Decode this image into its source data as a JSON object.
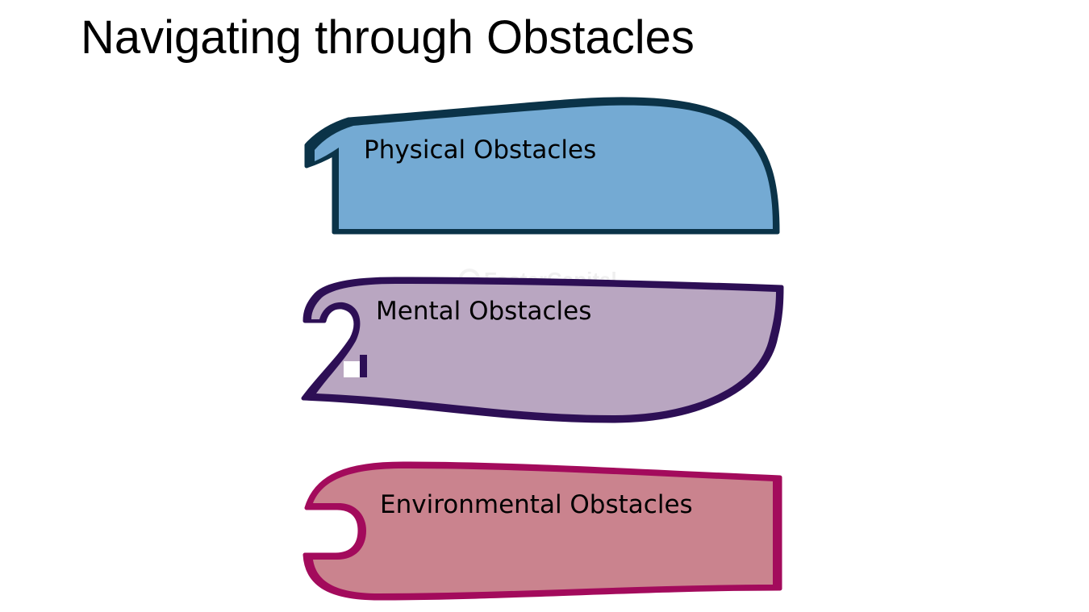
{
  "slide": {
    "title": "Navigating through Obstacles"
  },
  "items": [
    {
      "number": "1",
      "label": "Physical Obstacles",
      "fill": "#74aad3",
      "outline": "#0b3348"
    },
    {
      "number": "2",
      "label": "Mental Obstacles",
      "fill": "#b9a6c1",
      "outline": "#2d0f55"
    },
    {
      "number": "3",
      "label": "Environmental Obstacles",
      "fill": "#ca838e",
      "outline": "#a30b5c"
    }
  ],
  "watermark": {
    "text": "FasterCapital"
  }
}
